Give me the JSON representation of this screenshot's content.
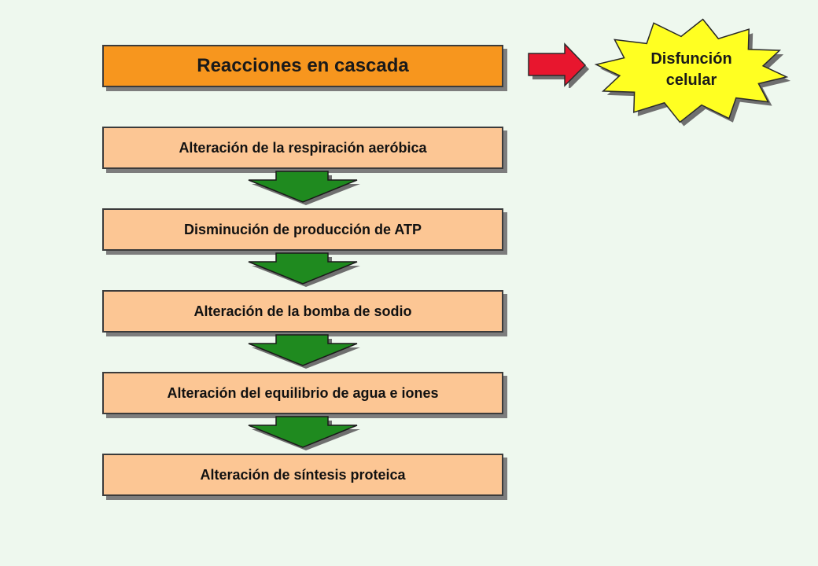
{
  "title": "Reacciones en cascada",
  "result": {
    "line1": "Disfunción",
    "line2": "celular"
  },
  "steps": [
    "Alteración de la respiración aeróbica",
    "Disminución de producción de ATP",
    "Alteración de la bomba de sodio",
    "Alteración del equilibrio de agua e iones",
    "Alteración de síntesis proteica"
  ],
  "colors": {
    "background": "#eef8ee",
    "title_box": "#f7961e",
    "step_box": "#fcc694",
    "down_arrow": "#1f8a1f",
    "right_arrow": "#e8162e",
    "burst": "#ffff22"
  }
}
